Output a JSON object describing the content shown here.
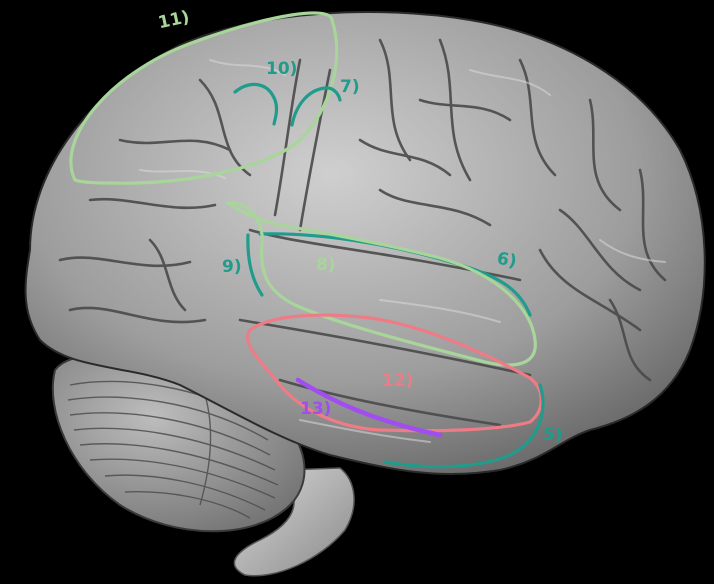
{
  "image": {
    "subject": "brain-photo",
    "background": "#000000"
  },
  "colors": {
    "light_green": "#a8d59a",
    "teal": "#1f9c8c",
    "pink": "#ee7b86",
    "purple": "#a24df0",
    "brain_mid": "#9b9b9b",
    "brain_dark": "#6a6a6a",
    "brain_light": "#c8c8c8"
  },
  "labels": {
    "l11": "11)",
    "l10": "10)",
    "l7": "7)",
    "l9": "9)",
    "l8": "8)",
    "l6": "6)",
    "l12": "12)",
    "l13": "13)",
    "l5": "5)"
  }
}
